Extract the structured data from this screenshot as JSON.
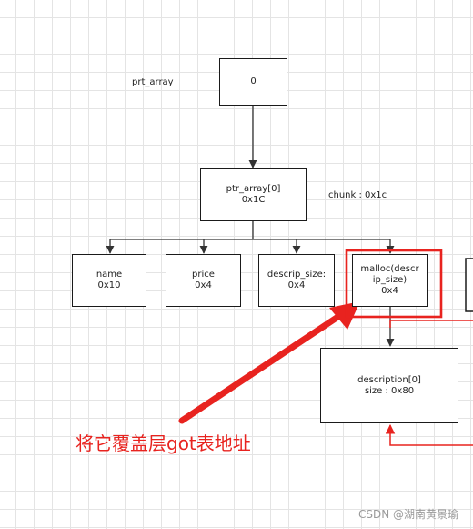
{
  "labels": {
    "prt_array": "prt_array",
    "chunk": "chunk : 0x1c"
  },
  "nodes": {
    "root": {
      "line1": "0"
    },
    "ptr_array": {
      "line1": "ptr_array[0]",
      "line2": "0x1C"
    },
    "name": {
      "line1": "name",
      "line2": "0x10"
    },
    "price": {
      "line1": "price",
      "line2": "0x4"
    },
    "descrip_size": {
      "line1": "descrip_size:",
      "line2": "0x4"
    },
    "malloc": {
      "line1": "malloc(descr",
      "line2": "ip_size)",
      "line3": "0x4"
    },
    "description": {
      "line1": "description[0]",
      "line2": "size : 0x80"
    }
  },
  "annotation": {
    "text": "将它覆盖层got表地址",
    "color": "#e8231f"
  },
  "watermark": "CSDN @湖南黄景瑜",
  "colors": {
    "highlight": "#e8231f",
    "edge": "#333333",
    "grid": "#e4e4e4"
  }
}
